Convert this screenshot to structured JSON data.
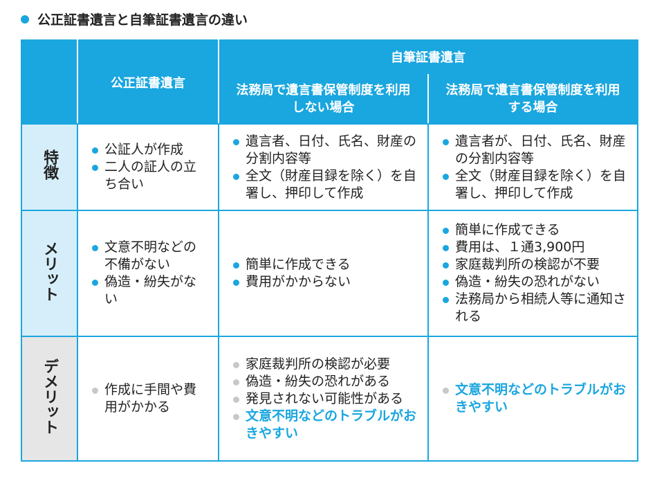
{
  "title": "公正証書遺言と自筆証書遺言の違い",
  "header": {
    "koseishosho": "公正証書遺言",
    "jihitsu": "自筆証書遺言",
    "no_storage": "法務局で遺言書保管制度を利用しない場合",
    "storage": "法務局で遺言書保管制度を利用する場合"
  },
  "rows": [
    {
      "label": "特徴",
      "kosei": [
        "公証人が作成",
        "二人の証人の立ち合い"
      ],
      "no_storage": [
        "遺言者、日付、氏名、財産の分割内容等",
        "全文（財産目録を除く）を自署し、押印して作成"
      ],
      "storage": [
        "遺言者が、日付、氏名、財産の分割内容等",
        "全文（財産目録を除く）を自署し、押印して作成"
      ]
    },
    {
      "label": "メリット",
      "kosei": [
        "文意不明などの不備がない",
        "偽造・紛失がない"
      ],
      "no_storage": [
        "簡単に作成できる",
        "費用がかからない"
      ],
      "storage": [
        "簡単に作成できる",
        "費用は、１通3,900円",
        "家庭裁判所の検認が不要",
        "偽造・紛失の恐れがない",
        "法務局から相続人等に通知される"
      ]
    },
    {
      "label": "デメリット",
      "kosei": [
        "作成に手間や費用がかかる"
      ],
      "no_storage": [
        "家庭裁判所の検認が必要",
        "偽造・紛失の恐れがある",
        "発見されない可能性がある",
        "文意不明などのトラブルがおきやすい"
      ],
      "storage": [
        "文意不明などのトラブルがおきやすい"
      ]
    }
  ]
}
